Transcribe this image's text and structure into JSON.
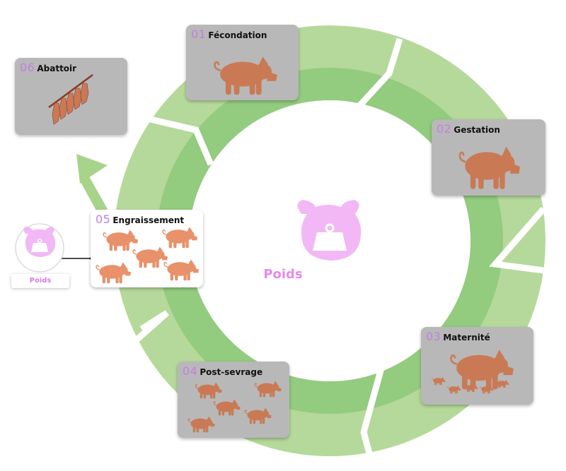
{
  "center": {
    "label": "Poids",
    "icon": "weight-icon"
  },
  "side": {
    "label": "Poids",
    "icon": "weight-icon"
  },
  "stages": [
    {
      "num": "01",
      "label": "Fécondation",
      "icon": "boar-icon"
    },
    {
      "num": "02",
      "label": "Gestation",
      "icon": "pregnant-sow-icon"
    },
    {
      "num": "03",
      "label": "Maternité",
      "icon": "sow-with-piglets-icon"
    },
    {
      "num": "04",
      "label": "Post-sevrage",
      "icon": "piglets-icon"
    },
    {
      "num": "05",
      "label": "Engraissement",
      "icon": "fattening-pigs-icon"
    },
    {
      "num": "06",
      "label": "Abattoir",
      "icon": "carcass-rack-icon"
    }
  ],
  "colors": {
    "ring_light": "#b5d99a",
    "ring_dark": "#93cb7f",
    "card_grey": "#b8b8b8",
    "pig": "#c97a55",
    "pig_light": "#e8916a",
    "accent_pink": "#f2b8f5",
    "number": "#c17fe0"
  }
}
